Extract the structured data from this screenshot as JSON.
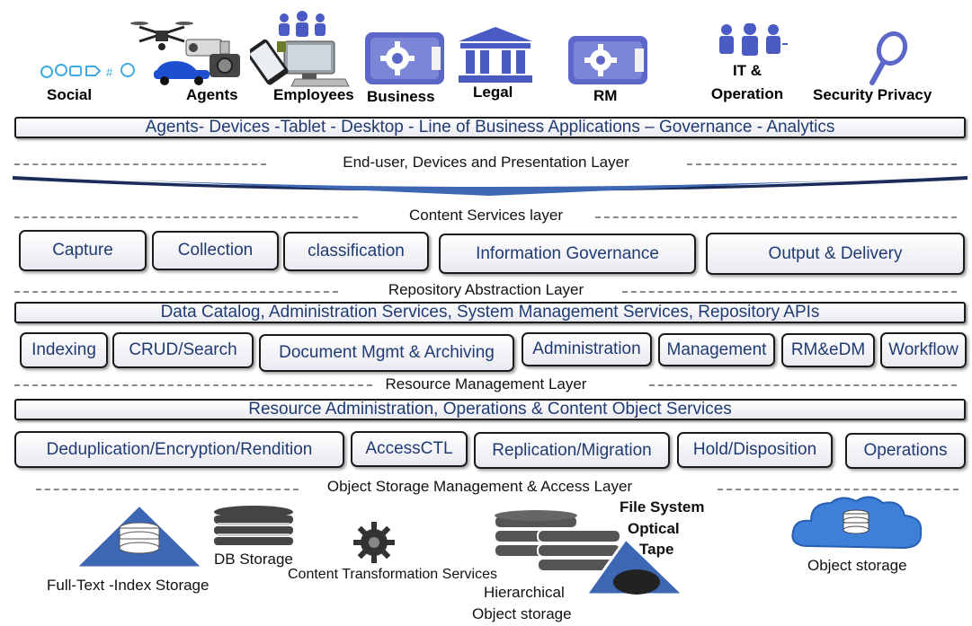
{
  "actors": [
    {
      "id": "social",
      "label": "Social",
      "icon": "social-media-icons"
    },
    {
      "id": "agents",
      "label": "Agents",
      "icon": "devices-drone-camera-car-icon"
    },
    {
      "id": "employees",
      "label": "Employees",
      "icon": "employees-tablet-desktop-icon"
    },
    {
      "id": "business",
      "label": "Business",
      "icon": "business-gear-icon"
    },
    {
      "id": "legal",
      "label": "Legal",
      "icon": "legal-building-icon"
    },
    {
      "id": "rm",
      "label": "RM",
      "icon": "rm-gear-icon"
    },
    {
      "id": "it",
      "label": "IT &\nOperation",
      "icon": "it-people-icon"
    },
    {
      "id": "security",
      "label": "Security Privacy",
      "icon": "magnifier-icon"
    }
  ],
  "presentation": {
    "bar": "Agents- Devices -Tablet - Desktop - Line of Business Applications – Governance - Analytics",
    "title": "End-user, Devices and Presentation Layer"
  },
  "content_services": {
    "title": "Content Services layer",
    "items": [
      "Capture",
      "Collection",
      "classification",
      "Information Governance",
      "Output & Delivery"
    ]
  },
  "repository": {
    "title": "Repository Abstraction Layer",
    "bar": "Data Catalog,  Administration Services, System Management Services, Repository APIs",
    "items": [
      "Indexing",
      "CRUD/Search",
      "Document Mgmt & Archiving",
      "Administration",
      "Management",
      "RM&eDM",
      "Workflow"
    ]
  },
  "resource": {
    "title": "Resource Management Layer",
    "bar": "Resource Administration, Operations & Content Object Services",
    "items": [
      "Deduplication/Encryption/Rendition",
      "AccessCTL",
      "Replication/Migration",
      "Hold/Disposition",
      "Operations"
    ]
  },
  "storage": {
    "title": "Object Storage Management & Access Layer",
    "fulltext": "Full-Text -Index Storage",
    "db": "DB Storage",
    "transform": "Content Transformation Services",
    "hier_line1": "Hierarchical",
    "hier_line2": "Object storage",
    "fs1": "File System",
    "fs2": "Optical",
    "fs3": "Tape",
    "object": "Object storage"
  },
  "colors": {
    "box_text": "#1f3b73",
    "icon_blue": "#4a5bc4",
    "shape_blue": "#3d66b3"
  }
}
